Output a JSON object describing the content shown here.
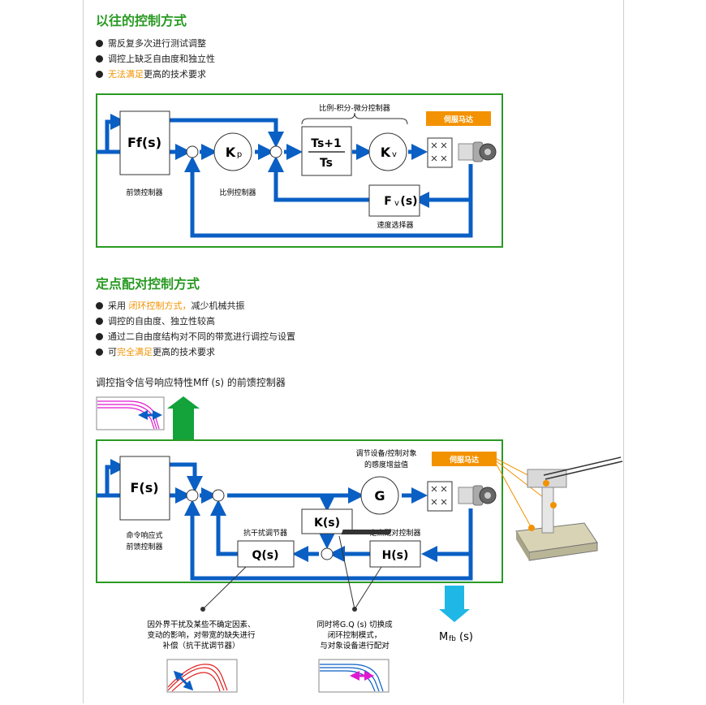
{
  "section1": {
    "title": "以往的控制方式",
    "bullets": [
      {
        "pre": "需反复多次进行测试调整",
        "hl": "",
        "post": ""
      },
      {
        "pre": "调控上缺乏自由度和独立性",
        "hl": "",
        "post": ""
      },
      {
        "pre": "",
        "hl": "无法满足",
        "post": "更高的技术要求"
      }
    ],
    "diagram": {
      "ff_block": "Ff(s)",
      "ff_caption": "前馈控制器",
      "kp_main": "K",
      "kp_sub": "p",
      "kp_caption": "比例控制器",
      "pi_caption": "比例-积分-微分控制器",
      "frac_top": "Ts+1",
      "frac_bottom": "Ts",
      "kv_main": "K",
      "kv_sub": "v",
      "fv_main": "F",
      "fv_sub": "v",
      "fv_tail": "(s)",
      "fv_caption": "速度选择器",
      "servo_label": "伺服马达"
    }
  },
  "section2": {
    "title": "定点配对控制方式",
    "bullets": [
      {
        "pre": "采用 ",
        "hl": "闭环控制方式，",
        "post": "减少机械共振"
      },
      {
        "pre": "调控的自由度、独立性较高",
        "hl": "",
        "post": ""
      },
      {
        "pre": "通过二自由度结构对不同的带宽进行调控与设置",
        "hl": "",
        "post": ""
      },
      {
        "pre": "可",
        "hl": "完全满足",
        "post": "更高的技术要求"
      }
    ],
    "mff_label": "调控指令信号响应特性Mff (s) 的前馈控制器",
    "diagram": {
      "f_block": "F(s)",
      "f_caption_1": "命令响应式",
      "f_caption_2": "前馈控制器",
      "g_block": "G",
      "k_block": "K(s)",
      "q_block": "Q(s)",
      "h_block": "H(s)",
      "q_caption": "抗干扰调节器",
      "h_caption": "定点配对控制器",
      "plant_caption_1": "调节设备/控制对象",
      "plant_caption_2": "的感度增益值",
      "servo_label": "伺服马达",
      "mfb_main": "M",
      "mfb_sub": "fb",
      "mfb_tail": "(s)",
      "note_left_1": "因外界干扰及某些不确定因素、",
      "note_left_2": "变动的影响，对带宽的缺失进行",
      "note_left_3": "补偿（抗干扰调节器）",
      "note_right_1": "同时将G.Q (s) 切换成",
      "note_right_2": "闭环控制模式，",
      "note_right_3": "与对象设备进行配对"
    }
  },
  "colors": {
    "green": "#2a9a24",
    "blue": "#0a5fc4",
    "orange": "#f39200",
    "cyan": "#1fb7e6"
  }
}
